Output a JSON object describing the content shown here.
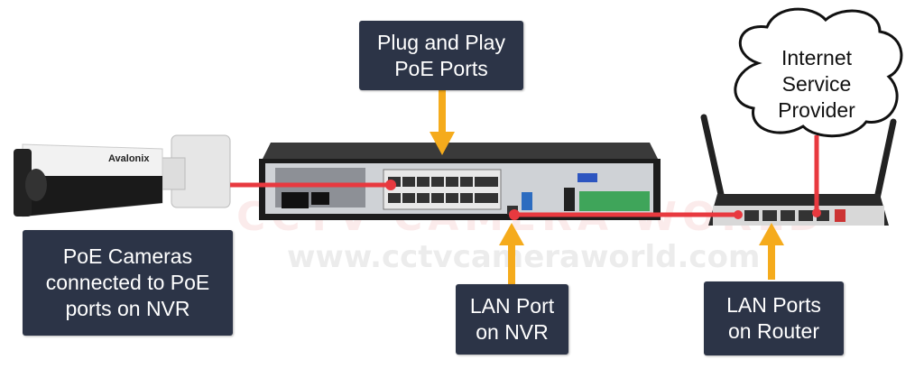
{
  "labels": {
    "poe_ports": [
      "Plug and Play",
      "PoE Ports"
    ],
    "poe_cameras": [
      "PoE Cameras",
      "connected to PoE",
      "ports on NVR"
    ],
    "lan_nvr": [
      "LAN Port",
      "on NVR"
    ],
    "lan_router": [
      "LAN Ports",
      "on Router"
    ]
  },
  "cloud": [
    "Internet",
    "Service",
    "Provider"
  ],
  "camera_brand": "Avalonix",
  "watermark": {
    "brand": "CCTV CAMERA WORLD",
    "url": "www.cctvcameraworld.com"
  },
  "colors": {
    "label_bg": "#2c3447",
    "arrow": "#f5ab1c",
    "cable": "#e8393f"
  }
}
